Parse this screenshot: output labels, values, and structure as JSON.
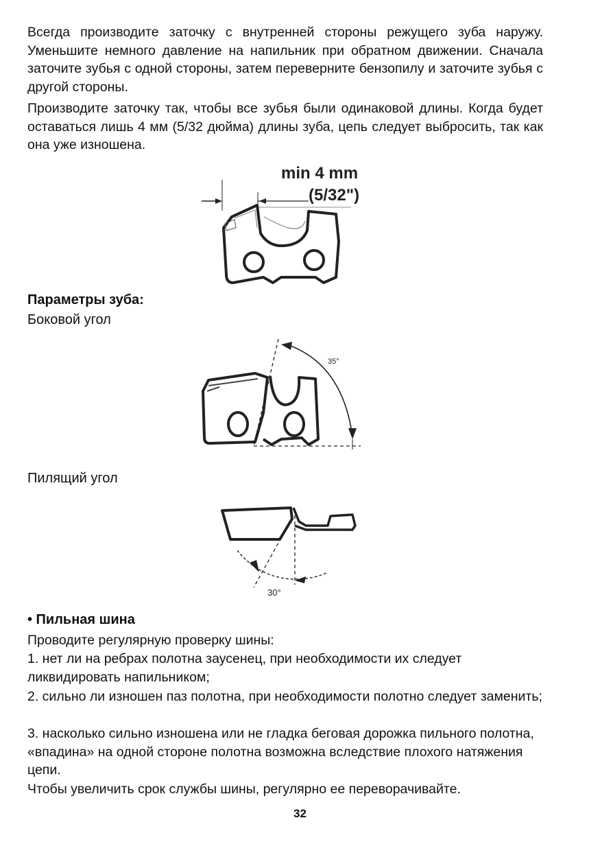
{
  "intro": {
    "p1": "Всегда производите заточку с внутренней стороны режущего зуба наружу. Уменьшите немного давление на напильник при обратном движении. Сначала заточите зубья с одной стороны, затем переверните бензопилу и заточите зубья с другой стороны.",
    "p2": "Производите заточку так, чтобы все зубья были одинаковой длины. Когда будет оставаться лишь 4 мм (5/32 дюйма) длины зуба, цепь следует выбросить, так как она уже изношена."
  },
  "figure1": {
    "label_line1": "min 4 mm",
    "label_line2": "(5/32\")"
  },
  "tooth_params": {
    "heading": "Параметры зуба:",
    "side_angle_label": "Боковой угол",
    "side_angle_value": "35°",
    "filing_angle_label": "Пилящий угол",
    "filing_angle_value": "30°"
  },
  "bar": {
    "heading": "• Пильная шина",
    "intro": "Проводите регулярную проверку шины:",
    "items": [
      "1. нет ли на ребрах полотна заусенец, при необходимости их следует ликвидировать напильником;",
      "2. сильно ли изношен паз полотна, при необходимости полотно следует заменить;",
      "3. насколько сильно изношена или не гладка беговая дорожка пильного полотна, «впадина» на одной стороне полотна возможна вследствие плохого натяжения цепи."
    ],
    "outro": "Чтобы увеличить срок службы шины, регулярно ее переворачивайте."
  },
  "page_number": "32"
}
